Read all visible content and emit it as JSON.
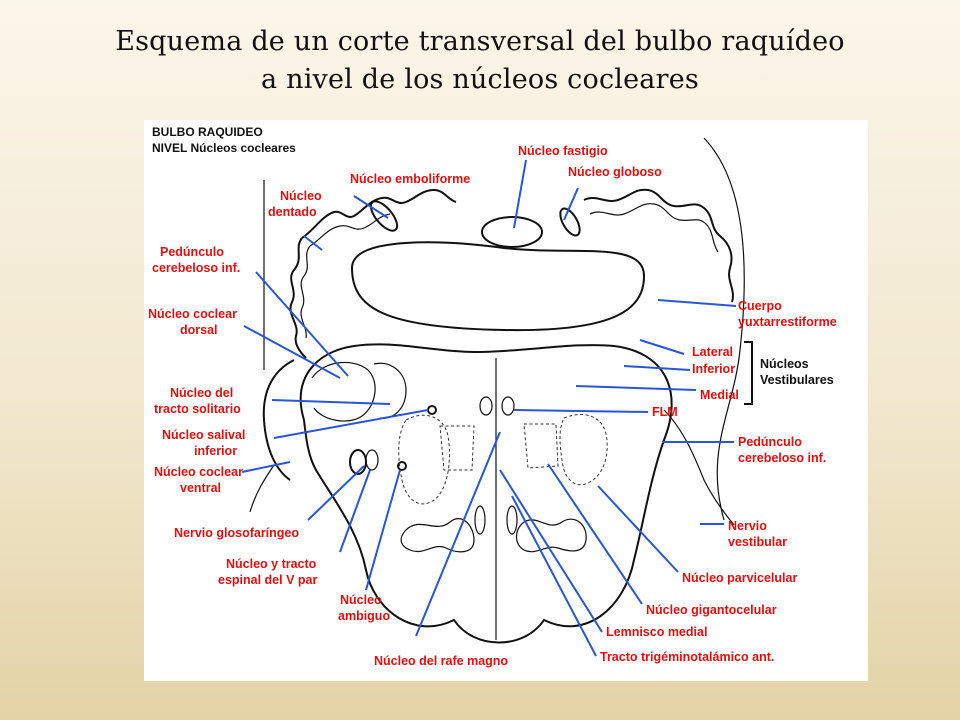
{
  "title_line1": "Esquema de un corte transversal del bulbo raquídeo",
  "title_line2": "a nivel de los núcleos cocleares",
  "diagram": {
    "header_line1": "BULBO RAQUIDEO",
    "header_line2": "NIVEL Núcleos cocleares",
    "labels": {
      "nucleo_fastigio": "Núcleo fastigio",
      "nucleo_globoso": "Núcleo globoso",
      "nucleo_emboliforme": "Núcleo emboliforme",
      "nucleo_dentado_1": "Núcleo",
      "nucleo_dentado_2": "dentado",
      "pedunculo_izq_1": "Pedúnculo",
      "pedunculo_izq_2": "cerebeloso inf.",
      "coclear_dorsal_1": "Núcleo coclear",
      "coclear_dorsal_2": "dorsal",
      "tracto_solitario_1": "Núcleo del",
      "tracto_solitario_2": "tracto solitario",
      "salival_1": "Núcleo salival",
      "salival_2": "inferior",
      "coclear_ventral_1": "Núcleo coclear",
      "coclear_ventral_2": "ventral",
      "glosofaringeo": "Nervio glosofaríngeo",
      "espinal_v_1": "Núcleo y tracto",
      "espinal_v_2": "espinal del V par",
      "ambiguo_1": "Núcleo",
      "ambiguo_2": "ambiguo",
      "rafe_magno": "Núcleo del rafe magno",
      "cuerpo_1": "Cuerpo",
      "cuerpo_2": "yuxtarrestiforme",
      "lateral": "Lateral",
      "inferior": "Inferior",
      "medial": "Medial",
      "nucleos_1": "Núcleos",
      "nucleos_2": "Vestibulares",
      "flm": "FLM",
      "pedunculo_der_1": "Pedúnculo",
      "pedunculo_der_2": "cerebeloso inf.",
      "nervio_vest_1": "Nervio",
      "nervio_vest_2": "vestibular",
      "parvicelular": "Núcleo parvicelular",
      "gigantocelular": "Núcleo gigantocelular",
      "lemnisco": "Lemnisco medial",
      "trigeminotalamico": "Tracto trigéminotalámico ant."
    }
  }
}
